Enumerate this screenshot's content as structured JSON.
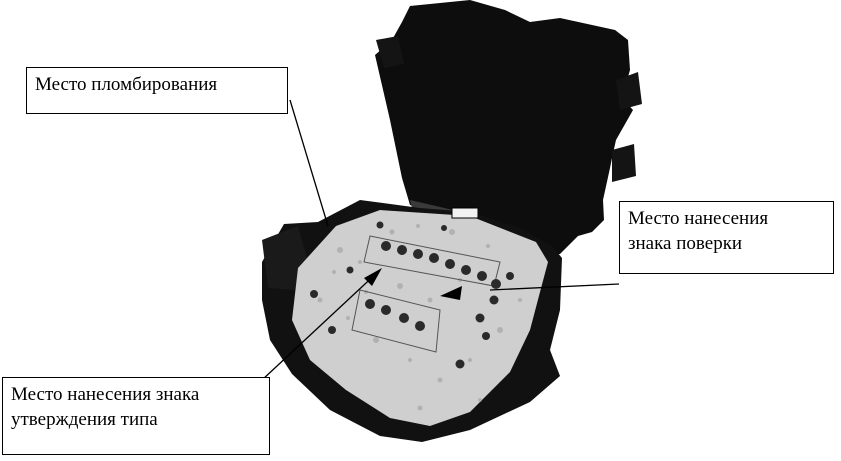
{
  "labels": {
    "seal": {
      "lines": [
        "Место пломбирования"
      ]
    },
    "verification": {
      "lines": [
        "Место нанесения",
        "знака поверки"
      ]
    },
    "type_approval": {
      "lines": [
        "Место нанесения знака",
        "утверждения типа"
      ]
    }
  }
}
